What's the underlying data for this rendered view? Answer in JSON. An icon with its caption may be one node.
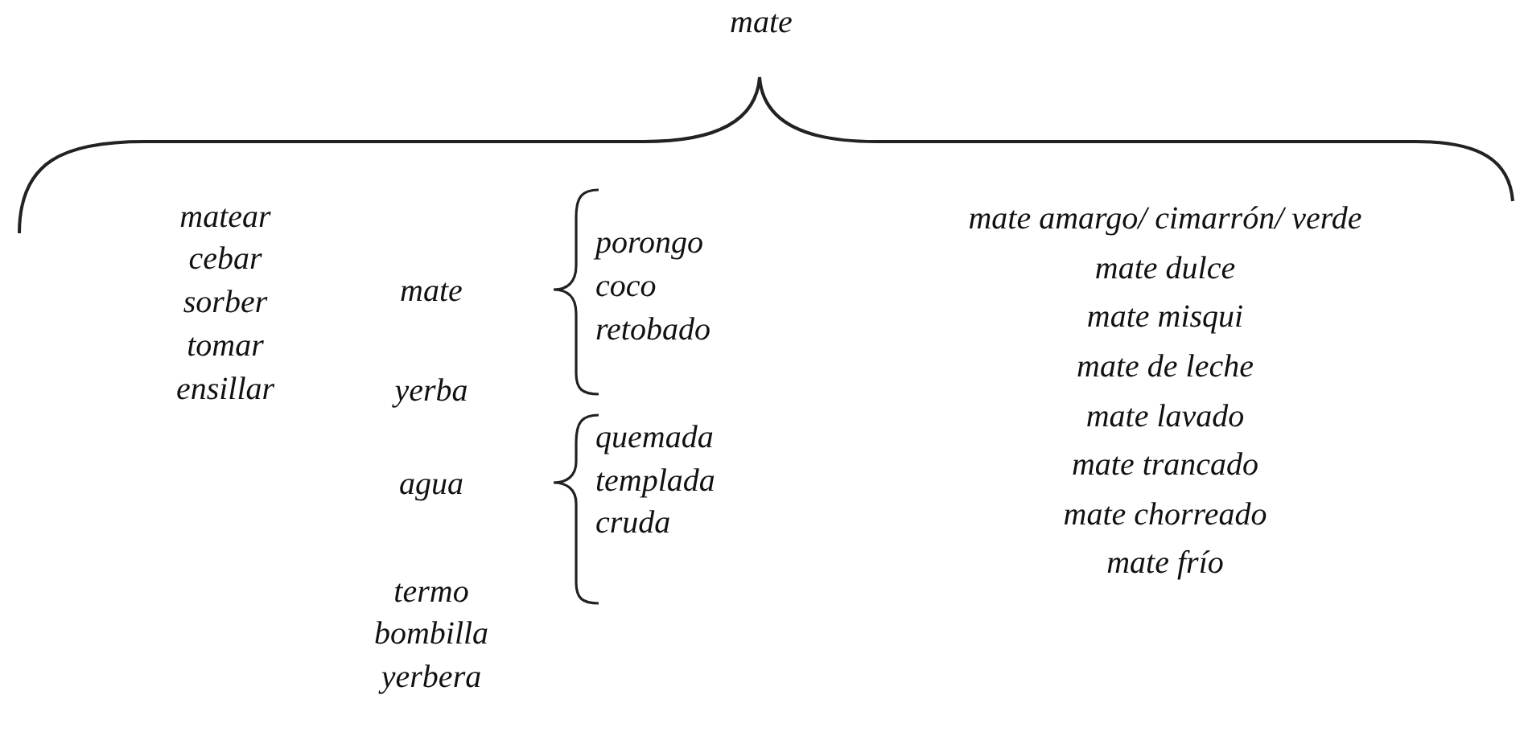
{
  "diagram": {
    "title": "mate",
    "labels": [
      "matear",
      "cebar",
      "sorber",
      "tomar",
      "ensillar",
      "mate",
      "yerba",
      "agua",
      "termo",
      "bombilla",
      "yerbera",
      "porongo",
      "coco",
      "retobado",
      "quemada",
      "templada",
      "cruda",
      "mate amargo/ cimarrón/ verde",
      "mate dulce",
      "mate misqui",
      "mate de leche",
      "mate lavado",
      "mate trancado",
      "mate chorreado",
      "mate frío"
    ]
  }
}
